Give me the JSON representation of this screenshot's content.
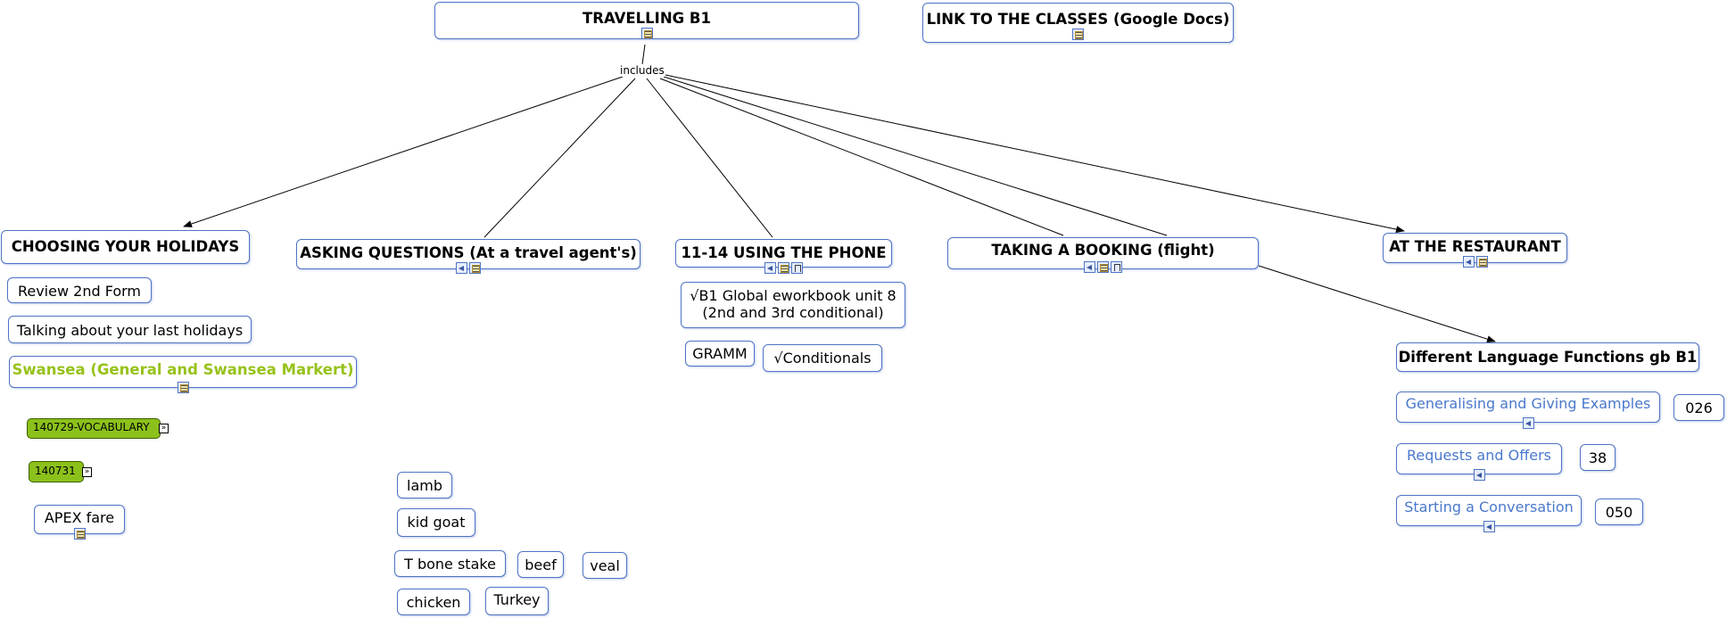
{
  "link_phrase": "includes",
  "nodes": {
    "root": "TRAVELLING B1",
    "classes_link": "LINK TO THE CLASSES (Google Docs)",
    "choosing": "CHOOSING YOUR HOLIDAYS",
    "asking": "ASKING QUESTIONS (At a travel agent's)",
    "phone": "11-14 USING THE PHONE",
    "booking": "TAKING A BOOKING (flight)",
    "restaurant": "AT THE RESTAURANT",
    "review": "Review 2nd Form",
    "talking": "Talking about your last holidays",
    "swansea": "Swansea (General and Swansea Markert)",
    "vocab": "140729-VOCABULARY",
    "n140731": "140731",
    "apex": "APEX fare",
    "eworkbook_1": "√B1 Global eworkbook unit 8",
    "eworkbook_2": "(2nd and 3rd conditional)",
    "gramm": "GRAMM",
    "conditionals": "√Conditionals",
    "functions": "Different Language Functions gb B1",
    "generalising": "Generalising and Giving Examples",
    "n026": "026",
    "requests": "Requests and Offers",
    "n38": "38",
    "starting": "Starting a Conversation",
    "n050": "050",
    "lamb": "lamb",
    "kidgoat": "kid goat",
    "tbone": "T bone stake",
    "beef": "beef",
    "veal": "veal",
    "chicken": "chicken",
    "turkey": "Turkey"
  },
  "icons": {
    "document": "document-icon",
    "audio": "audio-icon",
    "concept_map": "concept-map-icon",
    "expand": "expand-icon"
  },
  "colors": {
    "node_border": "#4f74c4",
    "link_text": "#4a78cc",
    "green_text": "#97c21a",
    "green_fill": "#8cc11c"
  }
}
